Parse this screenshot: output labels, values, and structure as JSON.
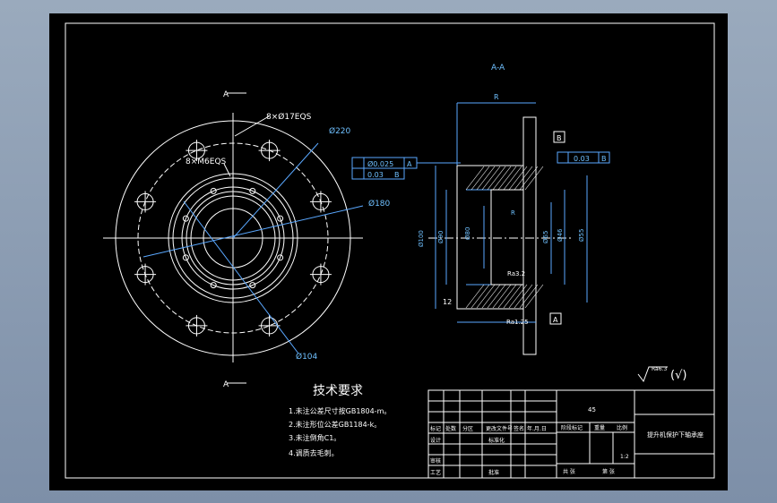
{
  "section_view": {
    "title": "A-A",
    "length_dim": "R",
    "datum_b": "B",
    "datum_a": "A",
    "gdt_flatness": "0.03",
    "gdt_flatness_datum": "B",
    "gdt_position": "Ø0.025",
    "gdt_position_datum": "A",
    "gdt_perp": "0.03",
    "gdt_perp_datum": "B",
    "dia_outer1": "Ø100",
    "dia_outer2": "Ø90",
    "dia_inner": "Ø80",
    "dia_bore": "Ø65",
    "dia_right1": "Ø55",
    "dia_right2": "Ø46",
    "roughness_bore": "Ra3.2",
    "thread_label": "12",
    "roughness_bottom": "Ra1.25",
    "radius_label": "R"
  },
  "front_view": {
    "section_marker_top": "A",
    "section_marker_bottom": "A",
    "holes_label": "8×Ø17EQS",
    "tapped_holes_label": "8×M6EQS",
    "outer_dia": "Ø220",
    "pcd_dia": "Ø180",
    "inner_pcd_dia": "Ø104"
  },
  "tech_requirements": {
    "heading": "技术要求",
    "items": [
      "1.未注公差尺寸按GB1804-m。",
      "2.未注形位公差GB1184-k。",
      "3.未注倒角C1。",
      "4.调质去毛刺。"
    ]
  },
  "surface_finish": {
    "symbol_text": "Ra6.3",
    "note": "(√)"
  },
  "title_block": {
    "material": "45",
    "drawing_name": "提升机保护下轴承座",
    "mark_col": "标记",
    "count_col": "处数",
    "zone_col": "分区",
    "change_doc_col": "更改文件号",
    "sign_col": "签名",
    "date_col": "年.月.日",
    "design": "设计",
    "standardize": "标准化",
    "stage_mark": "阶段标记",
    "weight": "重量",
    "scale": "比例",
    "review": "审核",
    "process": "工艺",
    "approve": "批准",
    "scale_value": "1:2",
    "sheets": "共  张",
    "sheet_no": "第  张"
  }
}
